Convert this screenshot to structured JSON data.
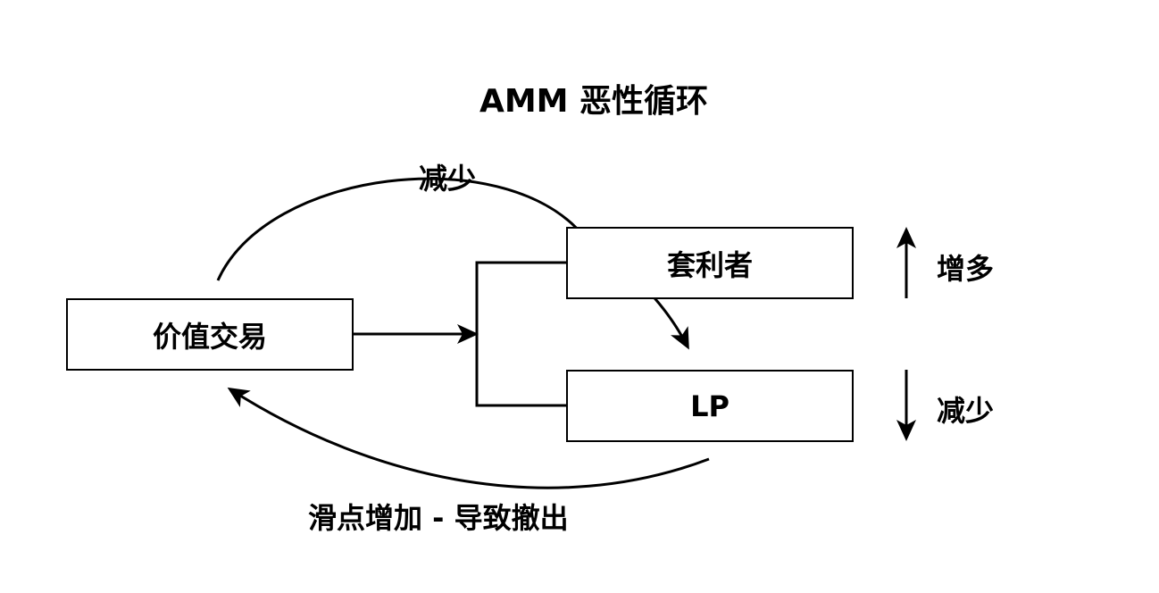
{
  "title": "AMM 恶性循环",
  "nodes": {
    "trade": "价值交易",
    "arbitrageur": "套利者",
    "lp": "LP"
  },
  "labels": {
    "top_arc": "减少",
    "arbitrageur_trend": "增多",
    "lp_trend": "减少",
    "bottom_arc": "滑点增加 - 导致撤出"
  },
  "indicators": {
    "arbitrageur": "up-arrow-icon",
    "lp": "down-arrow-icon"
  },
  "colors": {
    "stroke": "#000000",
    "background": "#ffffff"
  }
}
